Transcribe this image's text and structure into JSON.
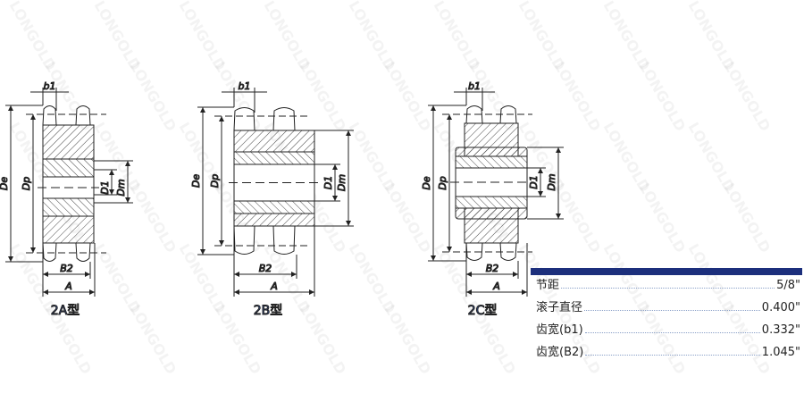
{
  "watermark": "LONGOLD",
  "diagrams": [
    {
      "type_label": "2A型",
      "dims": {
        "b1": "b1",
        "De": "De",
        "Dp": "Dp",
        "D1": "D1",
        "Dm": "Dm",
        "B2": "B2",
        "A": "A"
      }
    },
    {
      "type_label": "2B型",
      "dims": {
        "b1": "b1",
        "De": "De",
        "Dp": "Dp",
        "D1": "D1",
        "Dm": "Dm",
        "B2": "B2",
        "A": "A"
      }
    },
    {
      "type_label": "2C型",
      "dims": {
        "b1": "b1",
        "De": "De",
        "Dp": "Dp",
        "D1": "D1",
        "Dm": "Dm",
        "B2": "B2",
        "A": "A"
      }
    }
  ],
  "spec": {
    "header_color": "#1c2f7c",
    "rows": [
      {
        "label": "节距",
        "value": "5/8\""
      },
      {
        "label": "滚子直径",
        "value": "0.400\""
      },
      {
        "label": "齿宽(b1)",
        "value": "0.332\""
      },
      {
        "label": "齿宽(B2)",
        "value": "1.045\""
      }
    ]
  }
}
